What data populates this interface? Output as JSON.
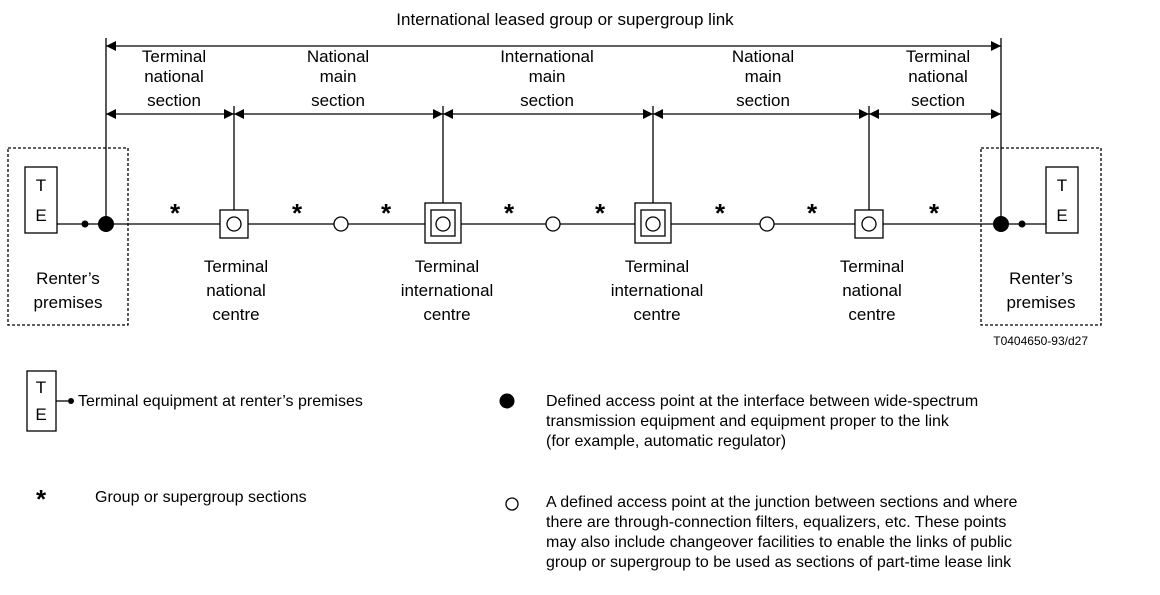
{
  "top_link_label": "International leased group or supergroup link",
  "sections": [
    {
      "line1": "Terminal",
      "line2": "national",
      "line3": "section"
    },
    {
      "line1": "National",
      "line2": "main",
      "line3": "section"
    },
    {
      "line1": "International",
      "line2": "main",
      "line3": "section"
    },
    {
      "line1": "National",
      "line2": "main",
      "line3": "section"
    },
    {
      "line1": "Terminal",
      "line2": "national",
      "line3": "section"
    }
  ],
  "centres": [
    {
      "line1": "Terminal",
      "line2": "national",
      "line3": "centre"
    },
    {
      "line1": "Terminal",
      "line2": "international",
      "line3": "centre"
    },
    {
      "line1": "Terminal",
      "line2": "international",
      "line3": "centre"
    },
    {
      "line1": "Terminal",
      "line2": "national",
      "line3": "centre"
    }
  ],
  "te_box": {
    "line1": "T",
    "line2": "E"
  },
  "premises": {
    "line1": "Renter’s",
    "line2": "premises"
  },
  "asterisk": "*",
  "reference": "T0404650-93/d27",
  "legend": {
    "te": "Terminal equipment at renter’s premises",
    "filled_point": [
      "Defined access point at the interface between wide-spectrum",
      "transmission equipment and equipment proper to the link",
      "(for example, automatic regulator)"
    ],
    "asterisk": "Group or supergroup sections",
    "open_point": [
      "A defined access point at the junction between sections and where",
      "there are through-connection filters, equalizers, etc. These points",
      "may also include changeover facilities to enable the links of public",
      "group or supergroup to be used as sections of part-time lease link"
    ]
  }
}
